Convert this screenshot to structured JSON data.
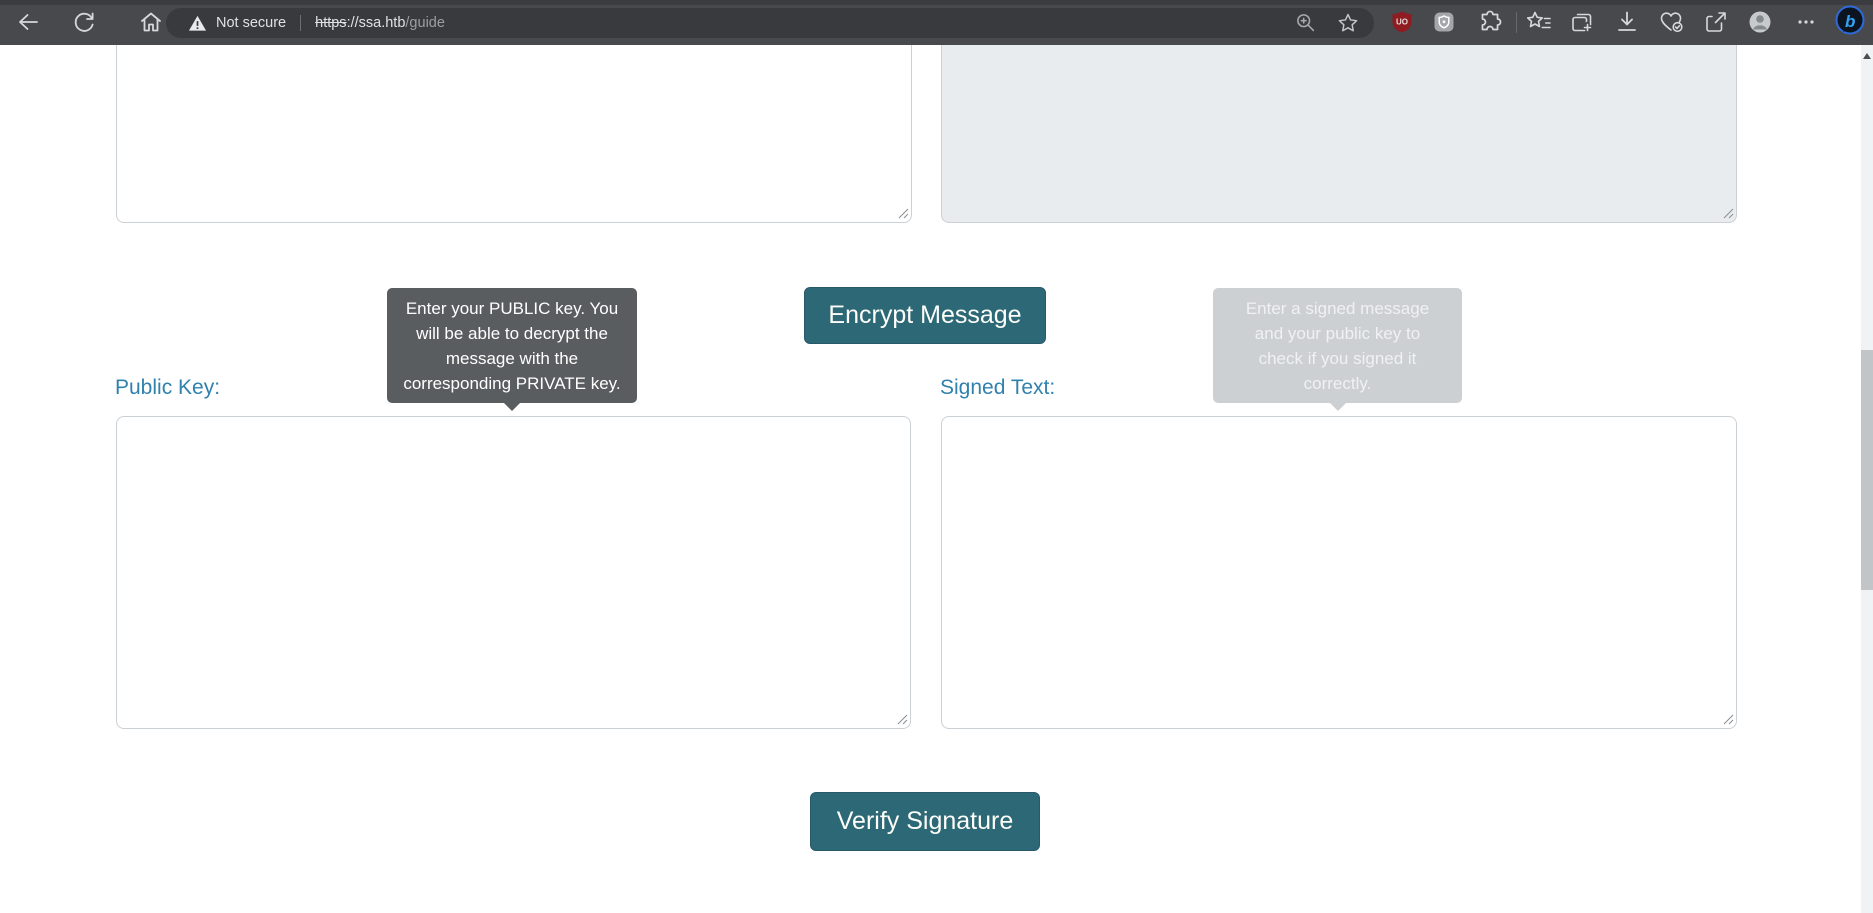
{
  "browser": {
    "toolbar": {
      "security_warning": "Not secure",
      "url_scheme": "https",
      "url_host": "://ssa.htb",
      "url_path": "/guide",
      "ublock_badge": "UO",
      "bing_letter": "b",
      "nav_icons": [
        "back-icon",
        "reload-icon",
        "home-icon"
      ],
      "address_icons": [
        "warning-triangle-icon",
        "zoom-icon",
        "favorite-star-icon"
      ],
      "action_icons": [
        "ublock-extension-icon",
        "password-manager-extension-icon",
        "extensions-puzzle-icon",
        "favorites-bar-icon",
        "collections-icon",
        "downloads-icon",
        "browser-essentials-icon",
        "share-icon",
        "profile-avatar-icon",
        "more-menu-icon",
        "bing-chat-icon"
      ]
    }
  },
  "page": {
    "encrypt": {
      "message_value": "",
      "output_value": "",
      "button_label": "Encrypt Message",
      "public_key_label": "Public Key:",
      "public_key_value": "",
      "public_key_tooltip": "Enter your PUBLIC key. You will be able to decrypt the message with the corresponding PRIVATE key."
    },
    "verify": {
      "signed_text_label": "Signed Text:",
      "signed_text_value": "",
      "button_label": "Verify Signature",
      "signed_text_tooltip": "Enter a signed message and your public key to check if you signed it correctly."
    },
    "colors": {
      "button_bg": "#2d6876",
      "label_color": "#3081ad",
      "tooltip_dark_bg": "#595d5f",
      "tooltip_light_bg": "#cdd0d2",
      "readonly_textarea_bg": "#e9ecef",
      "toolbar_bg": "#47494c"
    }
  }
}
